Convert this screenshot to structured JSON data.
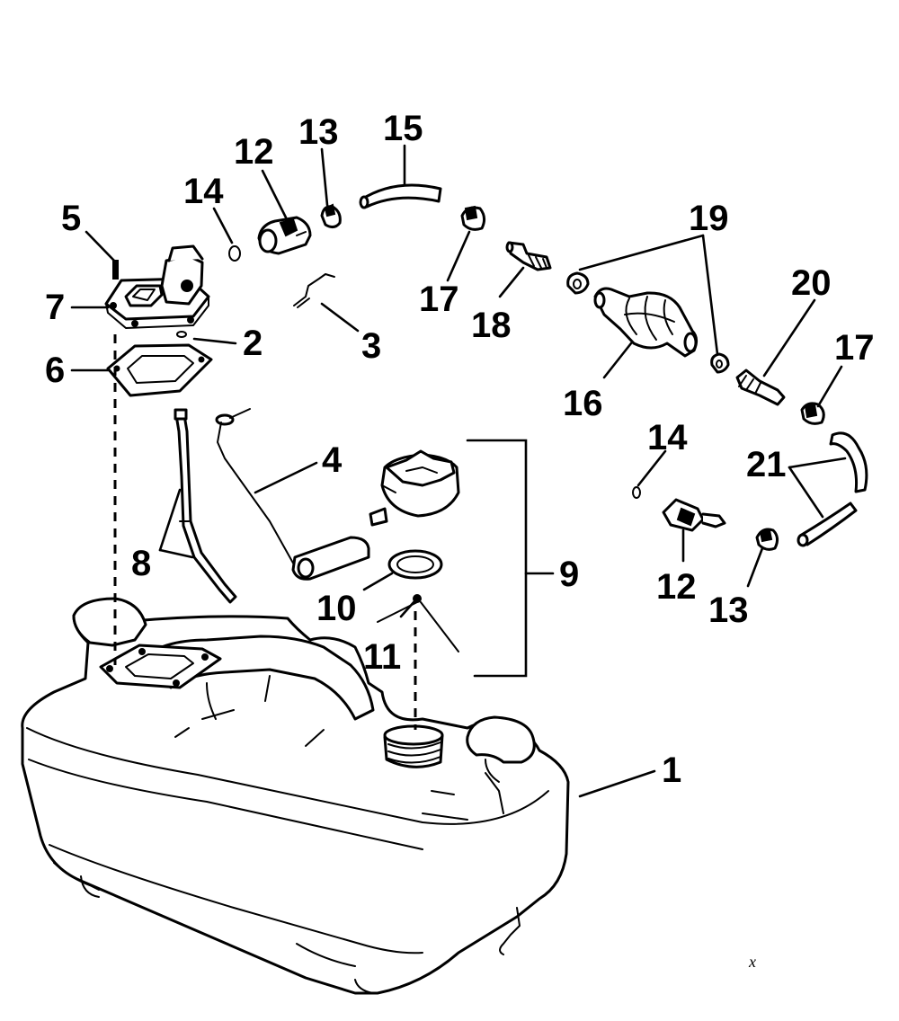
{
  "diagram": {
    "callouts": {
      "c1": "1",
      "c2": "2",
      "c3": "3",
      "c4": "4",
      "c5": "5",
      "c6": "6",
      "c7": "7",
      "c8": "8",
      "c9": "9",
      "c10": "10",
      "c11": "11",
      "c12a": "12",
      "c12b": "12",
      "c13a": "13",
      "c13b": "13",
      "c14a": "14",
      "c14b": "14",
      "c15": "15",
      "c16": "16",
      "c17a": "17",
      "c17b": "17",
      "c18": "18",
      "c19": "19",
      "c20": "20",
      "c21": "21"
    },
    "corner_mark": "x"
  }
}
